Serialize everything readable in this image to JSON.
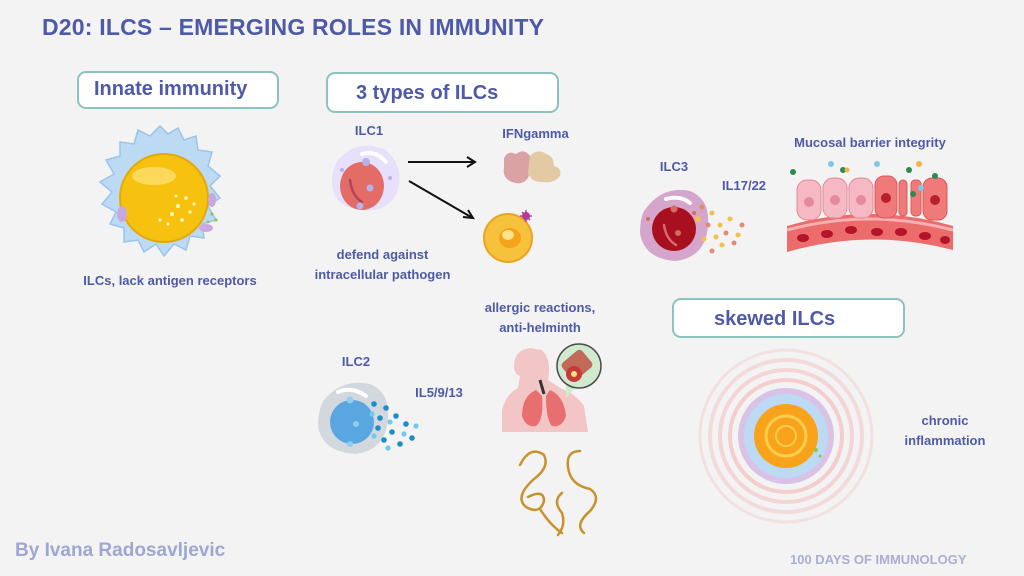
{
  "title": "D20: ILCS – EMERGING ROLES IN IMMUNITY",
  "sections": {
    "innate": {
      "heading": "Innate immunity",
      "caption": "ILCs, lack antigen receptors"
    },
    "types": {
      "heading": "3 types of ILCs",
      "ilc1": {
        "label": "ILC1",
        "product": "IFNgamma",
        "caption_line1": "defend against",
        "caption_line2": "intracellular pathogen"
      },
      "ilc2": {
        "label": "ILC2",
        "product": "IL5/9/13",
        "caption_line1": "allergic reactions,",
        "caption_line2": "anti-helminth"
      },
      "ilc3": {
        "label": "ILC3",
        "product": "IL17/22",
        "caption": "Mucosal barrier integrity"
      }
    },
    "skewed": {
      "heading": "skewed ILCs",
      "caption_line1": "chronic",
      "caption_line2": "inflammation"
    }
  },
  "author": "By Ivana Radosavljevic",
  "footer": "100 DAYS OF IMMUNOLOGY",
  "colors": {
    "text": "#4e5aa8",
    "pill_border": "#8cc3be",
    "background": "#f3f3f3"
  }
}
